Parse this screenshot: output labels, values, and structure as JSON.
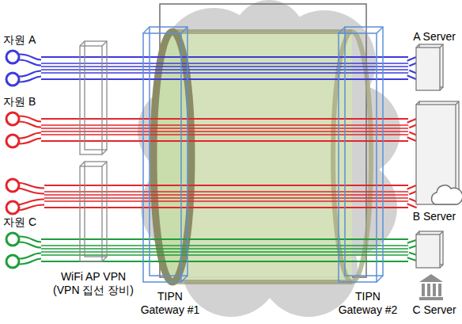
{
  "diagram": {
    "nodes": [
      {
        "text": [
          "자원 A"
        ]
      },
      {
        "text": [
          "자원 B"
        ]
      },
      {
        "text": [
          "자원 C"
        ]
      },
      {
        "text": [
          "WiFi AP VPN (VPN 집선 장비)"
        ]
      },
      {
        "text": [
          "TIPN Gateway #1"
        ]
      },
      {
        "text": [
          "TIPN Gateway #2"
        ]
      },
      {
        "text": [
          "A Server"
        ]
      },
      {
        "text": [
          "B Server"
        ]
      },
      {
        "text": [
          "C Server"
        ]
      }
    ],
    "edges": [
      {
        "from": 0,
        "to": 6,
        "arrow": "none"
      },
      {
        "from": 1,
        "to": 7,
        "arrow": "none"
      },
      {
        "from": 2,
        "to": 8,
        "arrow": "none"
      }
    ]
  }
}
